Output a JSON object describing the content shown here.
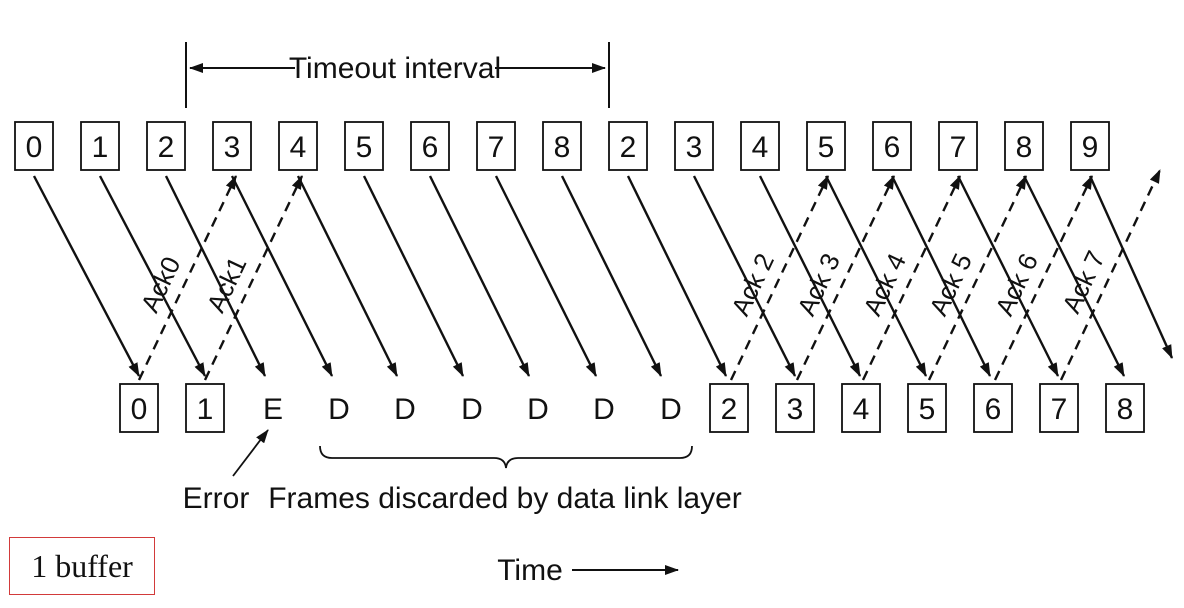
{
  "timeout_label": "Timeout interval",
  "sent_frames": [
    "0",
    "1",
    "2",
    "3",
    "4",
    "5",
    "6",
    "7",
    "8",
    "2",
    "3",
    "4",
    "5",
    "6",
    "7",
    "8",
    "9"
  ],
  "received": [
    {
      "label": "0",
      "boxed": true
    },
    {
      "label": "1",
      "boxed": true
    },
    {
      "label": "E",
      "boxed": false
    },
    {
      "label": "D",
      "boxed": false
    },
    {
      "label": "D",
      "boxed": false
    },
    {
      "label": "D",
      "boxed": false
    },
    {
      "label": "D",
      "boxed": false
    },
    {
      "label": "D",
      "boxed": false
    },
    {
      "label": "D",
      "boxed": false
    },
    {
      "label": "2",
      "boxed": true
    },
    {
      "label": "3",
      "boxed": true
    },
    {
      "label": "4",
      "boxed": true
    },
    {
      "label": "5",
      "boxed": true
    },
    {
      "label": "6",
      "boxed": true
    },
    {
      "label": "7",
      "boxed": true
    },
    {
      "label": "8",
      "boxed": true
    }
  ],
  "acks": [
    "Ack0",
    "Ack1",
    "Ack 2",
    "Ack 3",
    "Ack 4",
    "Ack 5",
    "Ack 6",
    "Ack 7"
  ],
  "error_label": "Error",
  "discard_label": "Frames discarded by data link layer",
  "time_label": "Time",
  "buffer_label": "1 buffer"
}
